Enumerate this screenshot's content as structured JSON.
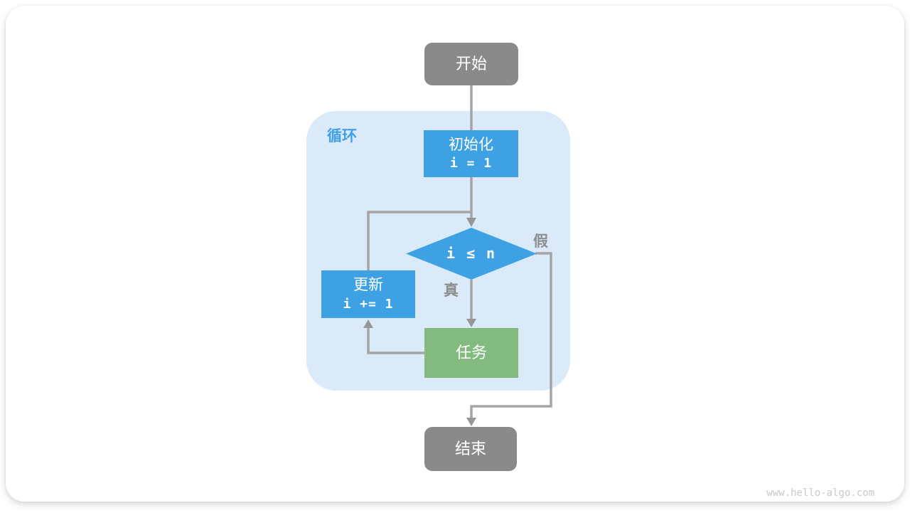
{
  "figure": {
    "watermark": "www.hello-algo.com",
    "loop_label": "循环",
    "nodes": {
      "start": {
        "label": "开始"
      },
      "init": {
        "label": "初始化",
        "code": "i = 1"
      },
      "condition": {
        "code": "i ≤ n"
      },
      "update": {
        "label": "更新",
        "code": "i += 1"
      },
      "task": {
        "label": "任务"
      },
      "end": {
        "label": "结束"
      }
    },
    "edge_labels": {
      "true": "真",
      "false": "假"
    },
    "colors": {
      "process_blue": "#3EA1E3",
      "task_green": "#82BA7F",
      "terminal_gray": "#8A8A8A",
      "loop_bg": "#DAEAF9",
      "loop_label_blue": "#41A0E6",
      "connector_gray": "#A5A5A5",
      "arrowhead_gray": "#979797",
      "edge_label_gray": "#8E8E8E",
      "watermark_gray": "#C9C9C9"
    }
  }
}
